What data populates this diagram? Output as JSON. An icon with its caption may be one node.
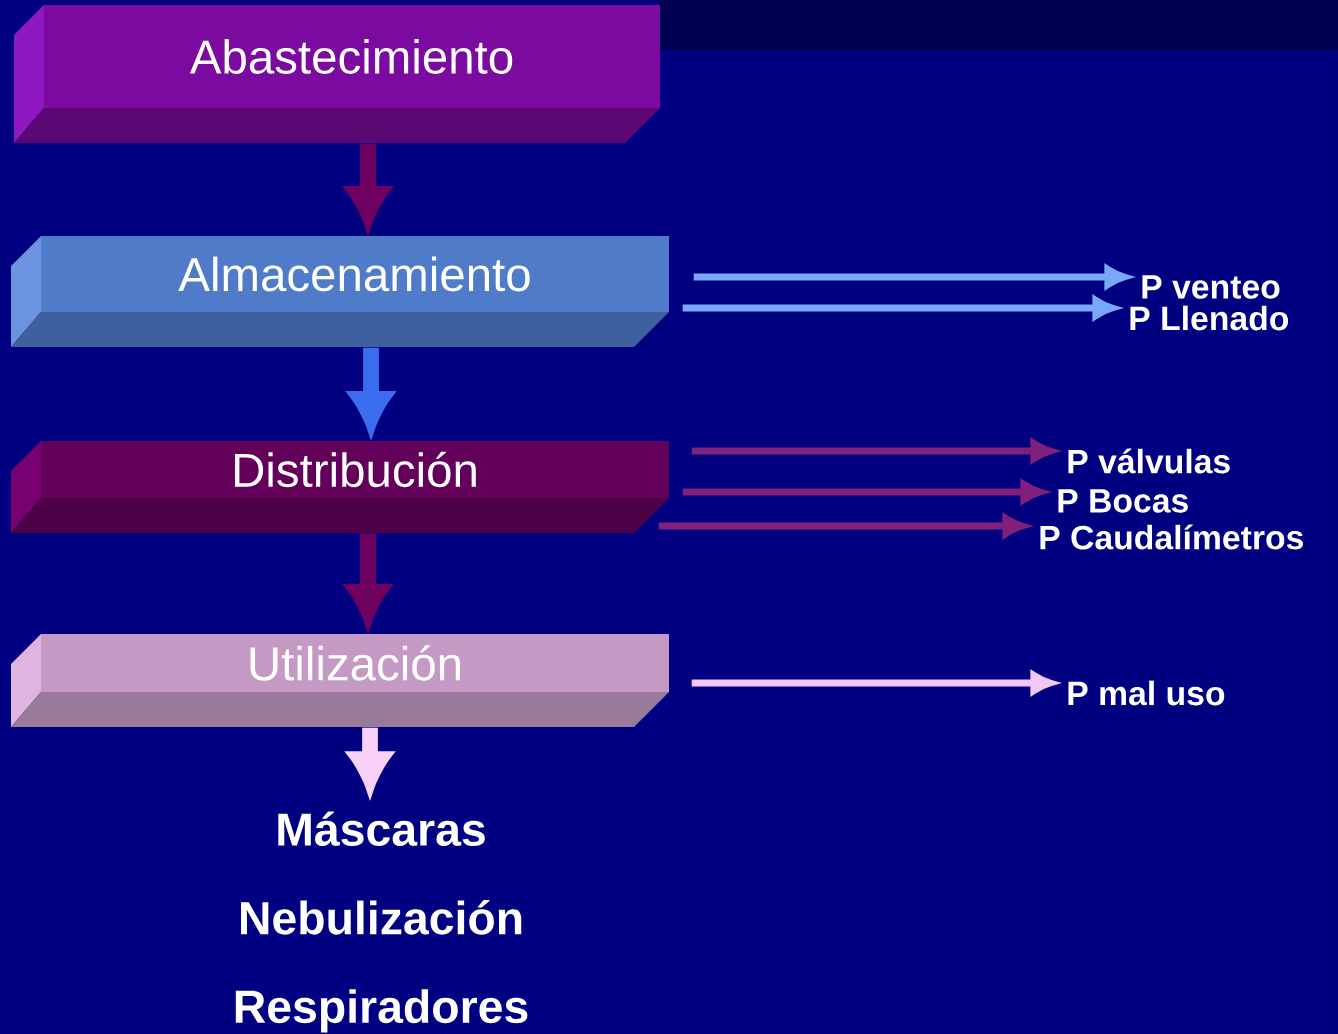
{
  "diagram": {
    "nodes": [
      {
        "text": [
          "Abastecimiento"
        ]
      },
      {
        "text": [
          "Almacenamiento"
        ]
      },
      {
        "text": [
          "Distribución"
        ]
      },
      {
        "text": [
          "Utilización"
        ]
      },
      {
        "text": [
          "P venteo"
        ]
      },
      {
        "text": [
          "P Llenado"
        ]
      },
      {
        "text": [
          "P válvulas"
        ]
      },
      {
        "text": [
          "P Bocas"
        ]
      },
      {
        "text": [
          "P Caudalímetros"
        ]
      },
      {
        "text": [
          "P mal uso"
        ]
      },
      {
        "text": [
          "Máscaras",
          "Nebulización",
          "Respiradores"
        ]
      }
    ],
    "edges": [
      {
        "from": 0,
        "to": 1,
        "arrow": "to",
        "style": "thick",
        "color": "#700060"
      },
      {
        "from": 1,
        "to": 2,
        "arrow": "to",
        "style": "thick",
        "color": "#3a6cf0"
      },
      {
        "from": 2,
        "to": 3,
        "arrow": "to",
        "style": "thick",
        "color": "#700060"
      },
      {
        "from": 1,
        "to": 4,
        "arrow": "to",
        "color": "#7aa8f8"
      },
      {
        "from": 1,
        "to": 5,
        "arrow": "to",
        "color": "#7aa8f8"
      },
      {
        "from": 2,
        "to": 6,
        "arrow": "to",
        "color": "#80207a"
      },
      {
        "from": 2,
        "to": 7,
        "arrow": "to",
        "color": "#80207a"
      },
      {
        "from": 2,
        "to": 8,
        "arrow": "to",
        "color": "#80207a"
      },
      {
        "from": 3,
        "to": 9,
        "arrow": "to",
        "color": "#f4c8f4"
      },
      {
        "from": 3,
        "to": 10,
        "arrow": "to",
        "style": "thick",
        "color": "#f8d0f8"
      }
    ]
  }
}
